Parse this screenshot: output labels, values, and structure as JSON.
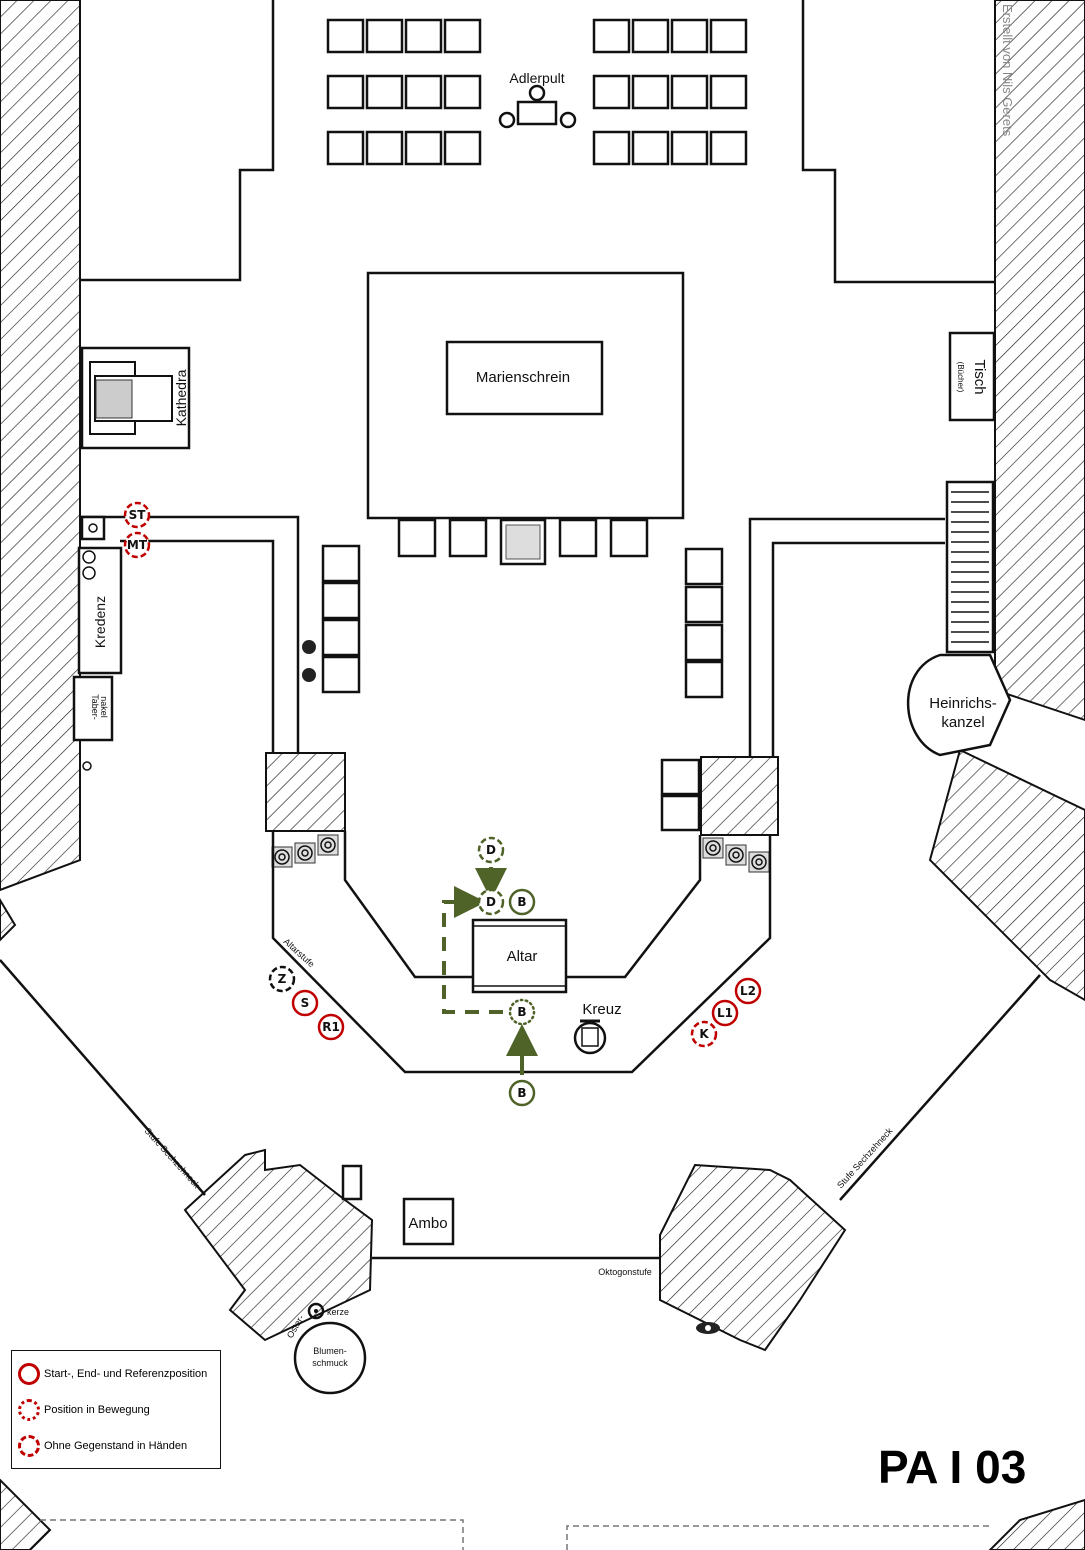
{
  "credit": "Erstellt von Nils Gerets",
  "plan_code": "PA I 03",
  "labels": {
    "adlerpult": "Adlerpult",
    "marienschrein": "Marienschrein",
    "kathedra": "Kathedra",
    "tisch": "Tisch",
    "tisch_sub": "(Bücher)",
    "kredenz": "Kredenz",
    "tabernakel_1": "Taber-",
    "tabernakel_2": "nakel",
    "heinrichskanzel_1": "Heinrichs-",
    "heinrichskanzel_2": "kanzel",
    "altar": "Altar",
    "kreuz": "Kreuz",
    "altarstufe": "Altarstufe",
    "ambo": "Ambo",
    "stufe_left": "Stufe Sechzehneck",
    "stufe_right": "Stufe Sechzehneck",
    "oktogonstufe": "Oktogonstufe",
    "osterkerze_1": "Oster-",
    "osterkerze_2": "kerze",
    "blumen_1": "Blumen-",
    "blumen_2": "schmuck"
  },
  "markers": {
    "st": "ST",
    "mt": "MT",
    "z": "Z",
    "s": "S",
    "r1": "R1",
    "d_start": "D",
    "d_end": "D",
    "b_altar": "B",
    "b_moving": "B",
    "b_start": "B",
    "l2": "L2",
    "l1": "L1",
    "k": "K"
  },
  "colors": {
    "red": "#c00000",
    "green": "#4f6228",
    "black": "#111111"
  },
  "legend": [
    {
      "style": "solid",
      "label": "Start-, End- und Referenzposition"
    },
    {
      "style": "dotted",
      "label": "Position in Bewegung"
    },
    {
      "style": "dashed",
      "label": "Ohne Gegenstand in Händen"
    }
  ]
}
